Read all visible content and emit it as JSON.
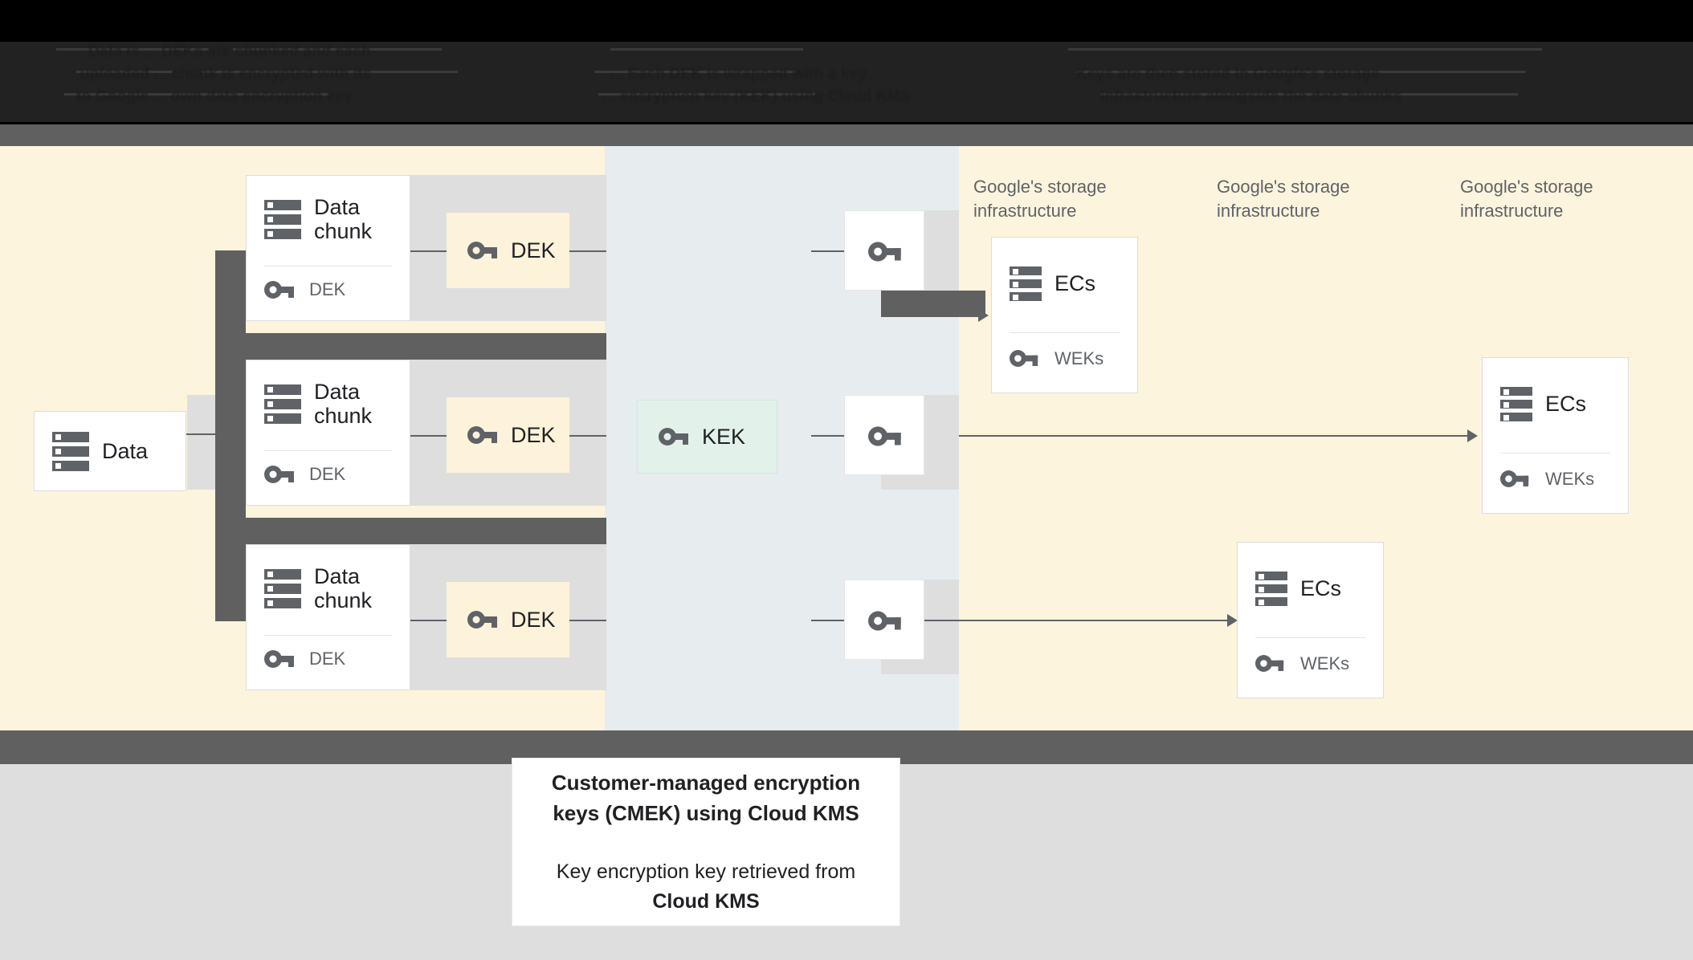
{
  "header": {
    "obscured": true,
    "note": "dark low-contrast text band, unreadable",
    "lines": [
      "Data is ... DEKs are chunked and each",
      "uploaded ... chunk is encrypted with its",
      "to Google ... own data encryption key",
      "... Each DEK is wrapped with a key",
      "... encryption key (KEK) using Cloud KMS",
      "... and is stored alongside the data",
      "Keys are then stored in Google's storage",
      "infrastructure alongside the data chunks"
    ]
  },
  "diagram": {
    "source": {
      "label": "Data",
      "icon": "server-icon"
    },
    "chunks": [
      {
        "title": "Data chunk",
        "key_label": "DEK",
        "icon": "server-icon",
        "key_icon": "key-icon"
      },
      {
        "title": "Data chunk",
        "key_label": "DEK",
        "icon": "server-icon",
        "key_icon": "key-icon"
      },
      {
        "title": "Data chunk",
        "key_label": "DEK",
        "icon": "server-icon",
        "key_icon": "key-icon"
      }
    ],
    "deks": [
      {
        "label": "DEK",
        "icon": "key-icon"
      },
      {
        "label": "DEK",
        "icon": "key-icon"
      },
      {
        "label": "DEK",
        "icon": "key-icon"
      }
    ],
    "kek": {
      "label": "KEK",
      "icon": "key-icon"
    },
    "wrapped_keys": [
      {
        "label": "",
        "icon": "key-icon"
      },
      {
        "label": "",
        "icon": "key-icon"
      },
      {
        "label": "",
        "icon": "key-icon"
      }
    ],
    "infra_labels": [
      "Google's storage infrastructure",
      "Google's storage infrastructure",
      "Google's storage infrastructure"
    ],
    "storage_cards": [
      {
        "title": "ECs",
        "key_label": "WEKs",
        "icon": "server-icon",
        "key_icon": "key-icon"
      },
      {
        "title": "ECs",
        "key_label": "WEKs",
        "icon": "server-icon",
        "key_icon": "key-icon"
      },
      {
        "title": "ECs",
        "key_label": "WEKs",
        "icon": "server-icon",
        "key_icon": "key-icon"
      }
    ]
  },
  "caption": {
    "title": "Customer-managed encryption keys (CMEK) using Cloud KMS",
    "subtitle_prefix": "Key encryption key retrieved from",
    "subtitle_strong": "Cloud KMS"
  },
  "colors": {
    "cream": "#fcf4dd",
    "blue_gray": "#e7ecee",
    "gray": "#dedede",
    "dark_gray": "#606060",
    "dek_yellow": "#fdf3da",
    "kek_green": "#e2f2ea",
    "icon_gray": "#5f6368",
    "text_dark": "#202124",
    "black": "#000000"
  }
}
